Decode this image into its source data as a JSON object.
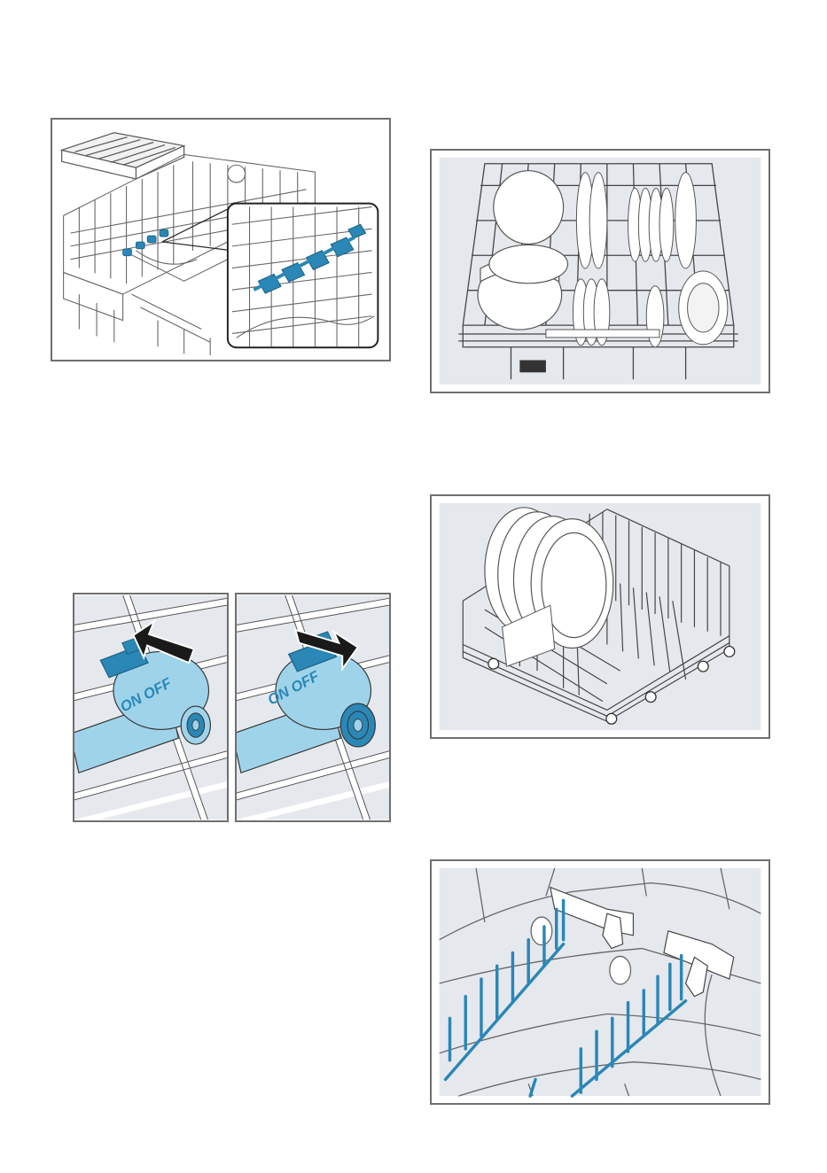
{
  "colors": {
    "frame": "#6f6f6f",
    "panel": "#e5e8ed",
    "wire": "#444444",
    "accent_blue": "#2a87b6",
    "light_blue": "#9fd3ea",
    "arrow": "#1a1a1a"
  },
  "figures": {
    "rack_overview": {
      "icon": "rack-with-magnified-spray-valves"
    },
    "switch_on": {
      "label": "ON OFF",
      "icon": "arrow-left-on"
    },
    "switch_off": {
      "label": "ON OFF",
      "icon": "arrow-right-off"
    },
    "loaded_plates": {
      "icon": "upper-rack-loaded-plates-bowls"
    },
    "large_plates": {
      "icon": "lower-rack-large-plates"
    },
    "fold_tines": {
      "icon": "folding-tines-closeup"
    }
  }
}
